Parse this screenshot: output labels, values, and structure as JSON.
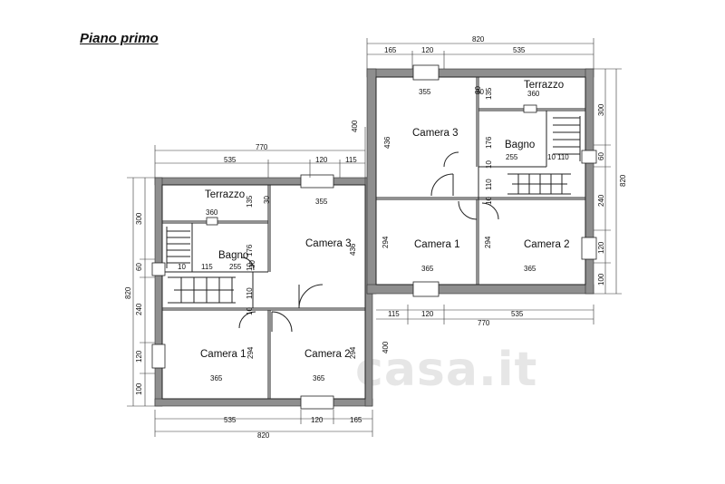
{
  "title": "Piano primo",
  "watermark": "casa.it",
  "colors": {
    "wall": "#8e8e8e",
    "line": "#222222",
    "background": "#ffffff"
  },
  "left_unit": {
    "rooms": {
      "terrazzo": "Terrazzo",
      "terrazzo_dim": "360",
      "bagno": "Bagno",
      "bagno_dim": "255",
      "camera3": "Camera 3",
      "camera3_w": "355",
      "camera3_h": "436",
      "camera1": "Camera 1",
      "camera1_w": "365",
      "camera1_h": "294",
      "camera2": "Camera 2",
      "camera2_w": "365",
      "camera2_h": "294"
    },
    "top_dims": [
      "535",
      "120",
      "115",
      "770"
    ],
    "bottom_dims": [
      "535",
      "120",
      "165",
      "820"
    ],
    "left_dims": [
      "300",
      "60",
      "240",
      "120",
      "100",
      "820"
    ],
    "inner": [
      "135",
      "30",
      "176",
      "110",
      "10",
      "10",
      "400",
      "10",
      "115",
      "30"
    ]
  },
  "right_unit": {
    "rooms": {
      "terrazzo": "Terrazzo",
      "terrazzo_dim": "360",
      "bagno": "Bagno",
      "bagno_dim": "255",
      "camera3": "Camera 3",
      "camera3_w": "355",
      "camera3_h": "436",
      "camera1": "Camera 1",
      "camera1_w": "365",
      "camera1_h": "294",
      "camera2": "Camera 2",
      "camera2_w": "365",
      "camera2_h": "294"
    },
    "top_dims": [
      "820",
      "165",
      "120",
      "535"
    ],
    "bottom_dims": [
      "115",
      "120",
      "535",
      "770"
    ],
    "right_dims": [
      "300",
      "820",
      "60",
      "240",
      "120",
      "100"
    ],
    "inner": [
      "30",
      "135",
      "176",
      "110",
      "10",
      "10",
      "400",
      "30",
      "10",
      "110"
    ]
  }
}
